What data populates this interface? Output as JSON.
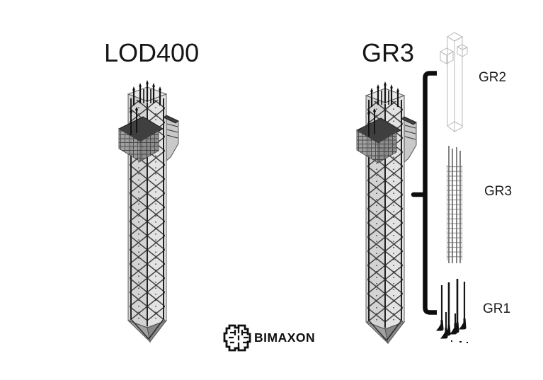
{
  "titles": {
    "left_model": "LOD400",
    "right_model": "GR3"
  },
  "component_labels": {
    "items": [
      {
        "id": "GR2",
        "label": "GR2"
      },
      {
        "id": "GR3",
        "label": "GR3"
      },
      {
        "id": "GR1",
        "label": "GR1"
      }
    ]
  },
  "logo": {
    "text": "BIMAXON"
  },
  "figures": {
    "left": "reinforced-concrete-column-lod400",
    "right": "reinforced-concrete-column-gr3",
    "sub_top": "plain-concrete-column-wireframe",
    "sub_middle": "rebar-cage",
    "sub_bottom": "anchor-dowel-bars"
  },
  "colors": {
    "background": "#ffffff",
    "text": "#161616",
    "bracket": "#0d0d0d",
    "concrete_fill": "#c7c7c7",
    "rebar_dark": "#2e2e2e",
    "wireframe_light": "#b8b8b8",
    "cage_gray": "#7a7a7a"
  }
}
